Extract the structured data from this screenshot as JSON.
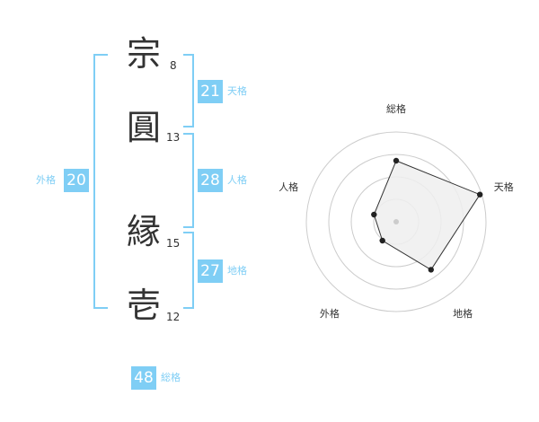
{
  "name": {
    "characters": [
      {
        "char": "宗",
        "strokes": "8"
      },
      {
        "char": "圓",
        "strokes": "13"
      },
      {
        "char": "縁",
        "strokes": "15"
      },
      {
        "char": "壱",
        "strokes": "12"
      }
    ]
  },
  "fortunes": {
    "tenkaku": {
      "value": "21",
      "label": "天格"
    },
    "jinkaku": {
      "value": "28",
      "label": "人格"
    },
    "chikaku": {
      "value": "27",
      "label": "地格"
    },
    "gaikaku": {
      "value": "20",
      "label": "外格"
    },
    "soukaku": {
      "value": "48",
      "label": "総格"
    }
  },
  "colors": {
    "accent": "#7fcef5",
    "text": "#333333",
    "ring": "#cccccc",
    "fill": "#eeeeee"
  },
  "chart_data": {
    "type": "radar",
    "axes": [
      "総格",
      "天格",
      "地格",
      "外格",
      "人格"
    ],
    "values": [
      0.68,
      0.98,
      0.66,
      0.26,
      0.26
    ],
    "value_range": [
      0,
      1
    ],
    "rings": 4
  }
}
